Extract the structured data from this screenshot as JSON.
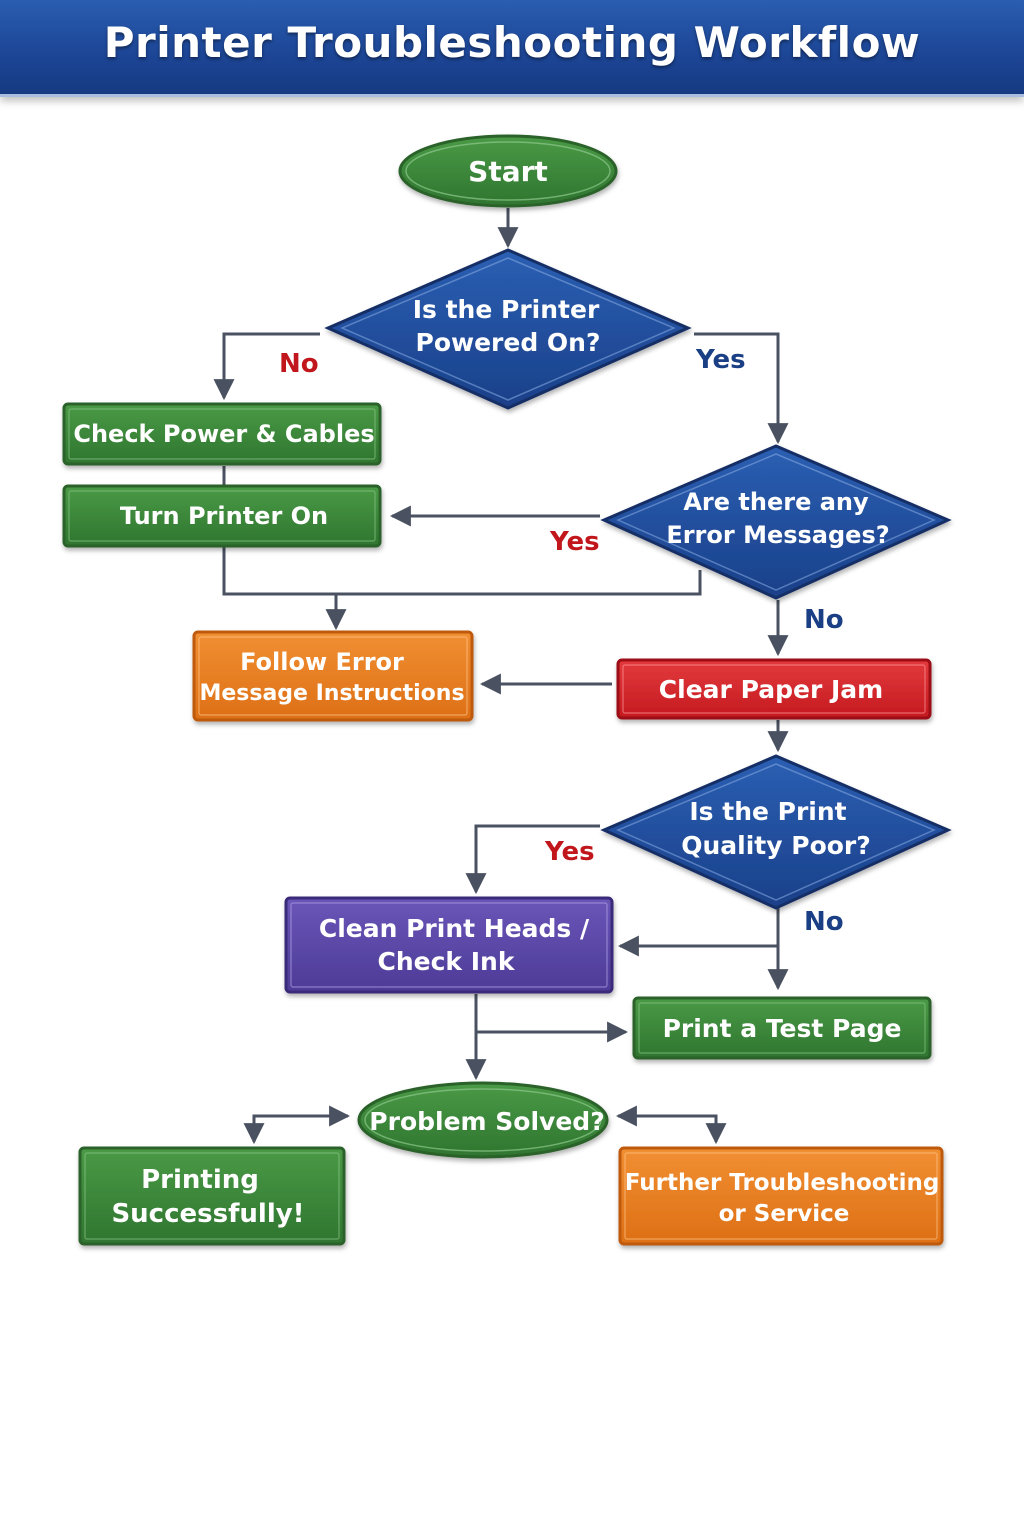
{
  "title": "Printer Troubleshooting Workflow",
  "colors": {
    "green": "#3c8a3a",
    "green_dark": "#2b6a2a",
    "blue": "#1f4e9c",
    "blue_dark": "#163a7c",
    "orange": "#e87e22",
    "red": "#d8262b",
    "purple": "#5c48a8",
    "connector": "#4a5261",
    "label_red": "#c0161c",
    "label_blue": "#1a3f85"
  },
  "nodes": {
    "start": "Start",
    "q_powered": [
      "Is the Printer",
      "Powered On?"
    ],
    "check_power": "Check Power & Cables",
    "turn_on": "Turn Printer On",
    "q_errors": [
      "Are there any",
      "Error Messages?"
    ],
    "follow_error": [
      "Follow Error",
      "Message Instructions"
    ],
    "clear_jam": "Clear Paper Jam",
    "q_quality": [
      "Is the Print",
      "Quality Poor?"
    ],
    "clean_heads": [
      "Clean Print Heads /",
      "Check Ink"
    ],
    "test_page": "Print a Test Page",
    "q_solved": "Problem Solved?",
    "success": [
      "Printing",
      "Successfully!"
    ],
    "further": [
      "Further Troubleshooting",
      "or Service"
    ]
  },
  "edge_labels": {
    "powered_no": "No",
    "powered_yes": "Yes",
    "errors_yes": "Yes",
    "errors_no": "No",
    "quality_yes": "Yes",
    "quality_no": "No"
  }
}
